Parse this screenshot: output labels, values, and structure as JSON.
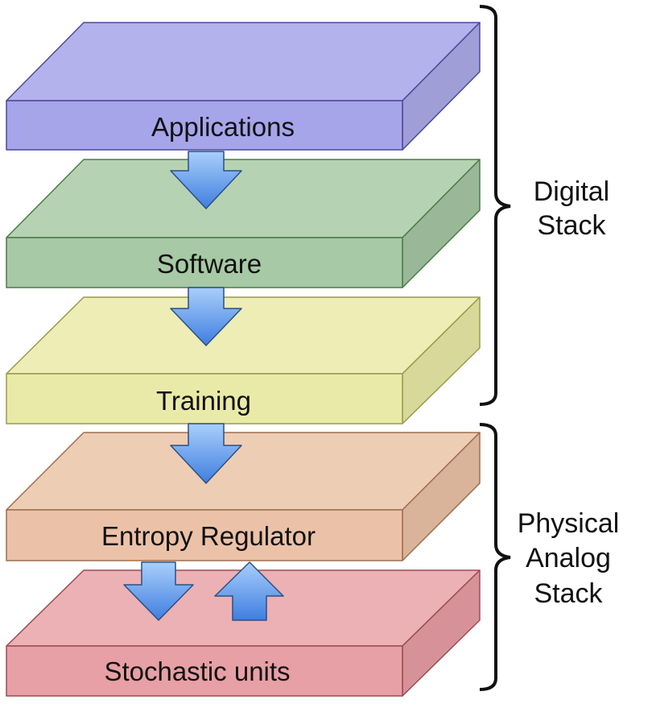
{
  "diagram": {
    "layers": [
      {
        "label": "Applications",
        "top": "#b3b2ed",
        "front": "#a6a5ea",
        "side": "#9f9ed6",
        "edge": "#4b4a99"
      },
      {
        "label": "Software",
        "top": "#b5d3b3",
        "front": "#a7c9a5",
        "side": "#9ab898",
        "edge": "#4d7a4a"
      },
      {
        "label": "Training",
        "top": "#ededb5",
        "front": "#eaeaa8",
        "side": "#d8d89a",
        "edge": "#9a9a4d"
      },
      {
        "label": "Entropy Regulator",
        "top": "#eecdb5",
        "front": "#ebc2a8",
        "side": "#d9b49a",
        "edge": "#9e6e4e"
      },
      {
        "label": "Stochastic units",
        "top": "#ebb1b4",
        "front": "#e7a0a5",
        "side": "#d69298",
        "edge": "#9c4d52"
      }
    ],
    "brackets": [
      {
        "label_lines": [
          "Digital",
          "Stack"
        ]
      },
      {
        "label_lines": [
          "Physical",
          "Analog",
          "Stack"
        ]
      }
    ],
    "arrow_colors": {
      "light": "#a9cffb",
      "dark": "#3f7ee0",
      "edge": "#2d4f82"
    }
  }
}
